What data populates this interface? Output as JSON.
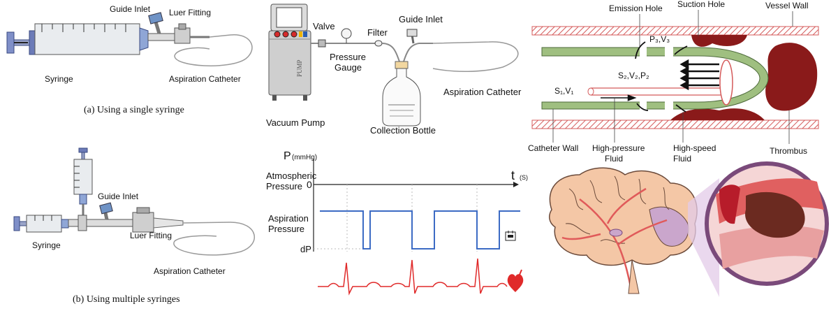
{
  "panel_a": {
    "guide_inlet": "Guide Inlet",
    "luer_fitting": "Luer Fitting",
    "syringe": "Syringe",
    "aspiration_catheter": "Aspiration Catheter",
    "caption": "(a) Using a single syringe"
  },
  "panel_b": {
    "guide_inlet": "Guide Inlet",
    "luer_fitting": "Luer Fitting",
    "syringe": "Syringe",
    "aspiration_catheter": "Aspiration Catheter",
    "caption": "(b) Using multiple syringes"
  },
  "pump_panel": {
    "valve": "Valve",
    "filter": "Filter",
    "guide_inlet": "Guide Inlet",
    "pressure_gauge_line1": "Pressure",
    "pressure_gauge_line2": "Gauge",
    "aspiration_catheter": "Aspiration Catheter",
    "vacuum_pump": "Vacuum Pump",
    "collection_bottle": "Collection Bottle",
    "pump_body_text": "PUMP",
    "button_colors": [
      "#d62b2b",
      "#d62b2b",
      "#d62b2b",
      "#f0b400",
      "#2a5db0"
    ]
  },
  "pressure_chart": {
    "y_label": "P",
    "y_unit": "(mmHg)",
    "x_label": "t",
    "x_unit": "(S)",
    "atmospheric_line1": "Atmospheric",
    "atmospheric_line2": "Pressure",
    "zero_label": "0",
    "aspiration_line1": "Aspiration",
    "aspiration_line2": "Pressure",
    "dp_label": "dP",
    "signal_color": "#3c6bc4",
    "ecg_color": "#e02a2a"
  },
  "flow_panel": {
    "emission_hole": "Emission Hole",
    "suction_hole": "Suction Hole",
    "vessel_wall": "Vessel Wall",
    "p3_label": "P₃,V₃",
    "s2_label": "S₂,V₂,P₂",
    "s1_label": "S₁,V₁",
    "catheter_wall": "Catheter Wall",
    "high_pressure_line1": "High-pressure",
    "high_pressure_line2": "Fluid",
    "high_speed_line1": "High-speed",
    "high_speed_line2": "Fluid",
    "thrombus": "Thrombus",
    "catheter_color": "#9fbf80",
    "thrombus_color": "#8a1a1a",
    "vessel_color": "#d45a5a"
  }
}
